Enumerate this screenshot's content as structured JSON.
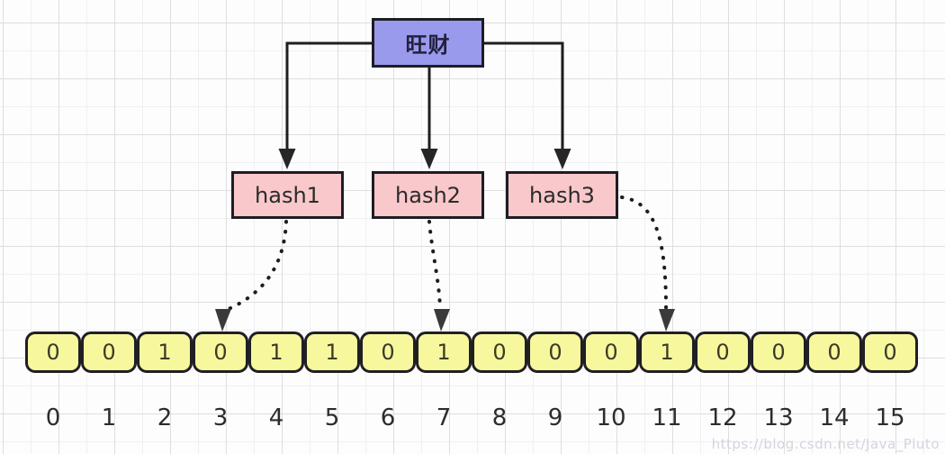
{
  "diagram": {
    "title_hint": "bloom-filter-diagram",
    "input_label": "旺财",
    "hash_functions": [
      "hash1",
      "hash2",
      "hash3"
    ],
    "bits": [
      "0",
      "0",
      "1",
      "0",
      "1",
      "1",
      "0",
      "1",
      "0",
      "0",
      "0",
      "1",
      "0",
      "0",
      "0",
      "0"
    ],
    "indices": [
      "0",
      "1",
      "2",
      "3",
      "4",
      "5",
      "6",
      "7",
      "8",
      "9",
      "10",
      "11",
      "12",
      "13",
      "14",
      "15"
    ],
    "arrow_targets": {
      "hash1": "3",
      "hash2": "7",
      "hash3": "11"
    },
    "colors": {
      "input_box": "#9a9aec",
      "hash_box": "#f9c8cb",
      "bit_cell": "#f7f79e",
      "line": "#1e1e1e",
      "grid_major": "#dededf",
      "grid_minor": "#f0f0f3"
    },
    "watermark": "https://blog.csdn.net/Java_Pluto"
  }
}
